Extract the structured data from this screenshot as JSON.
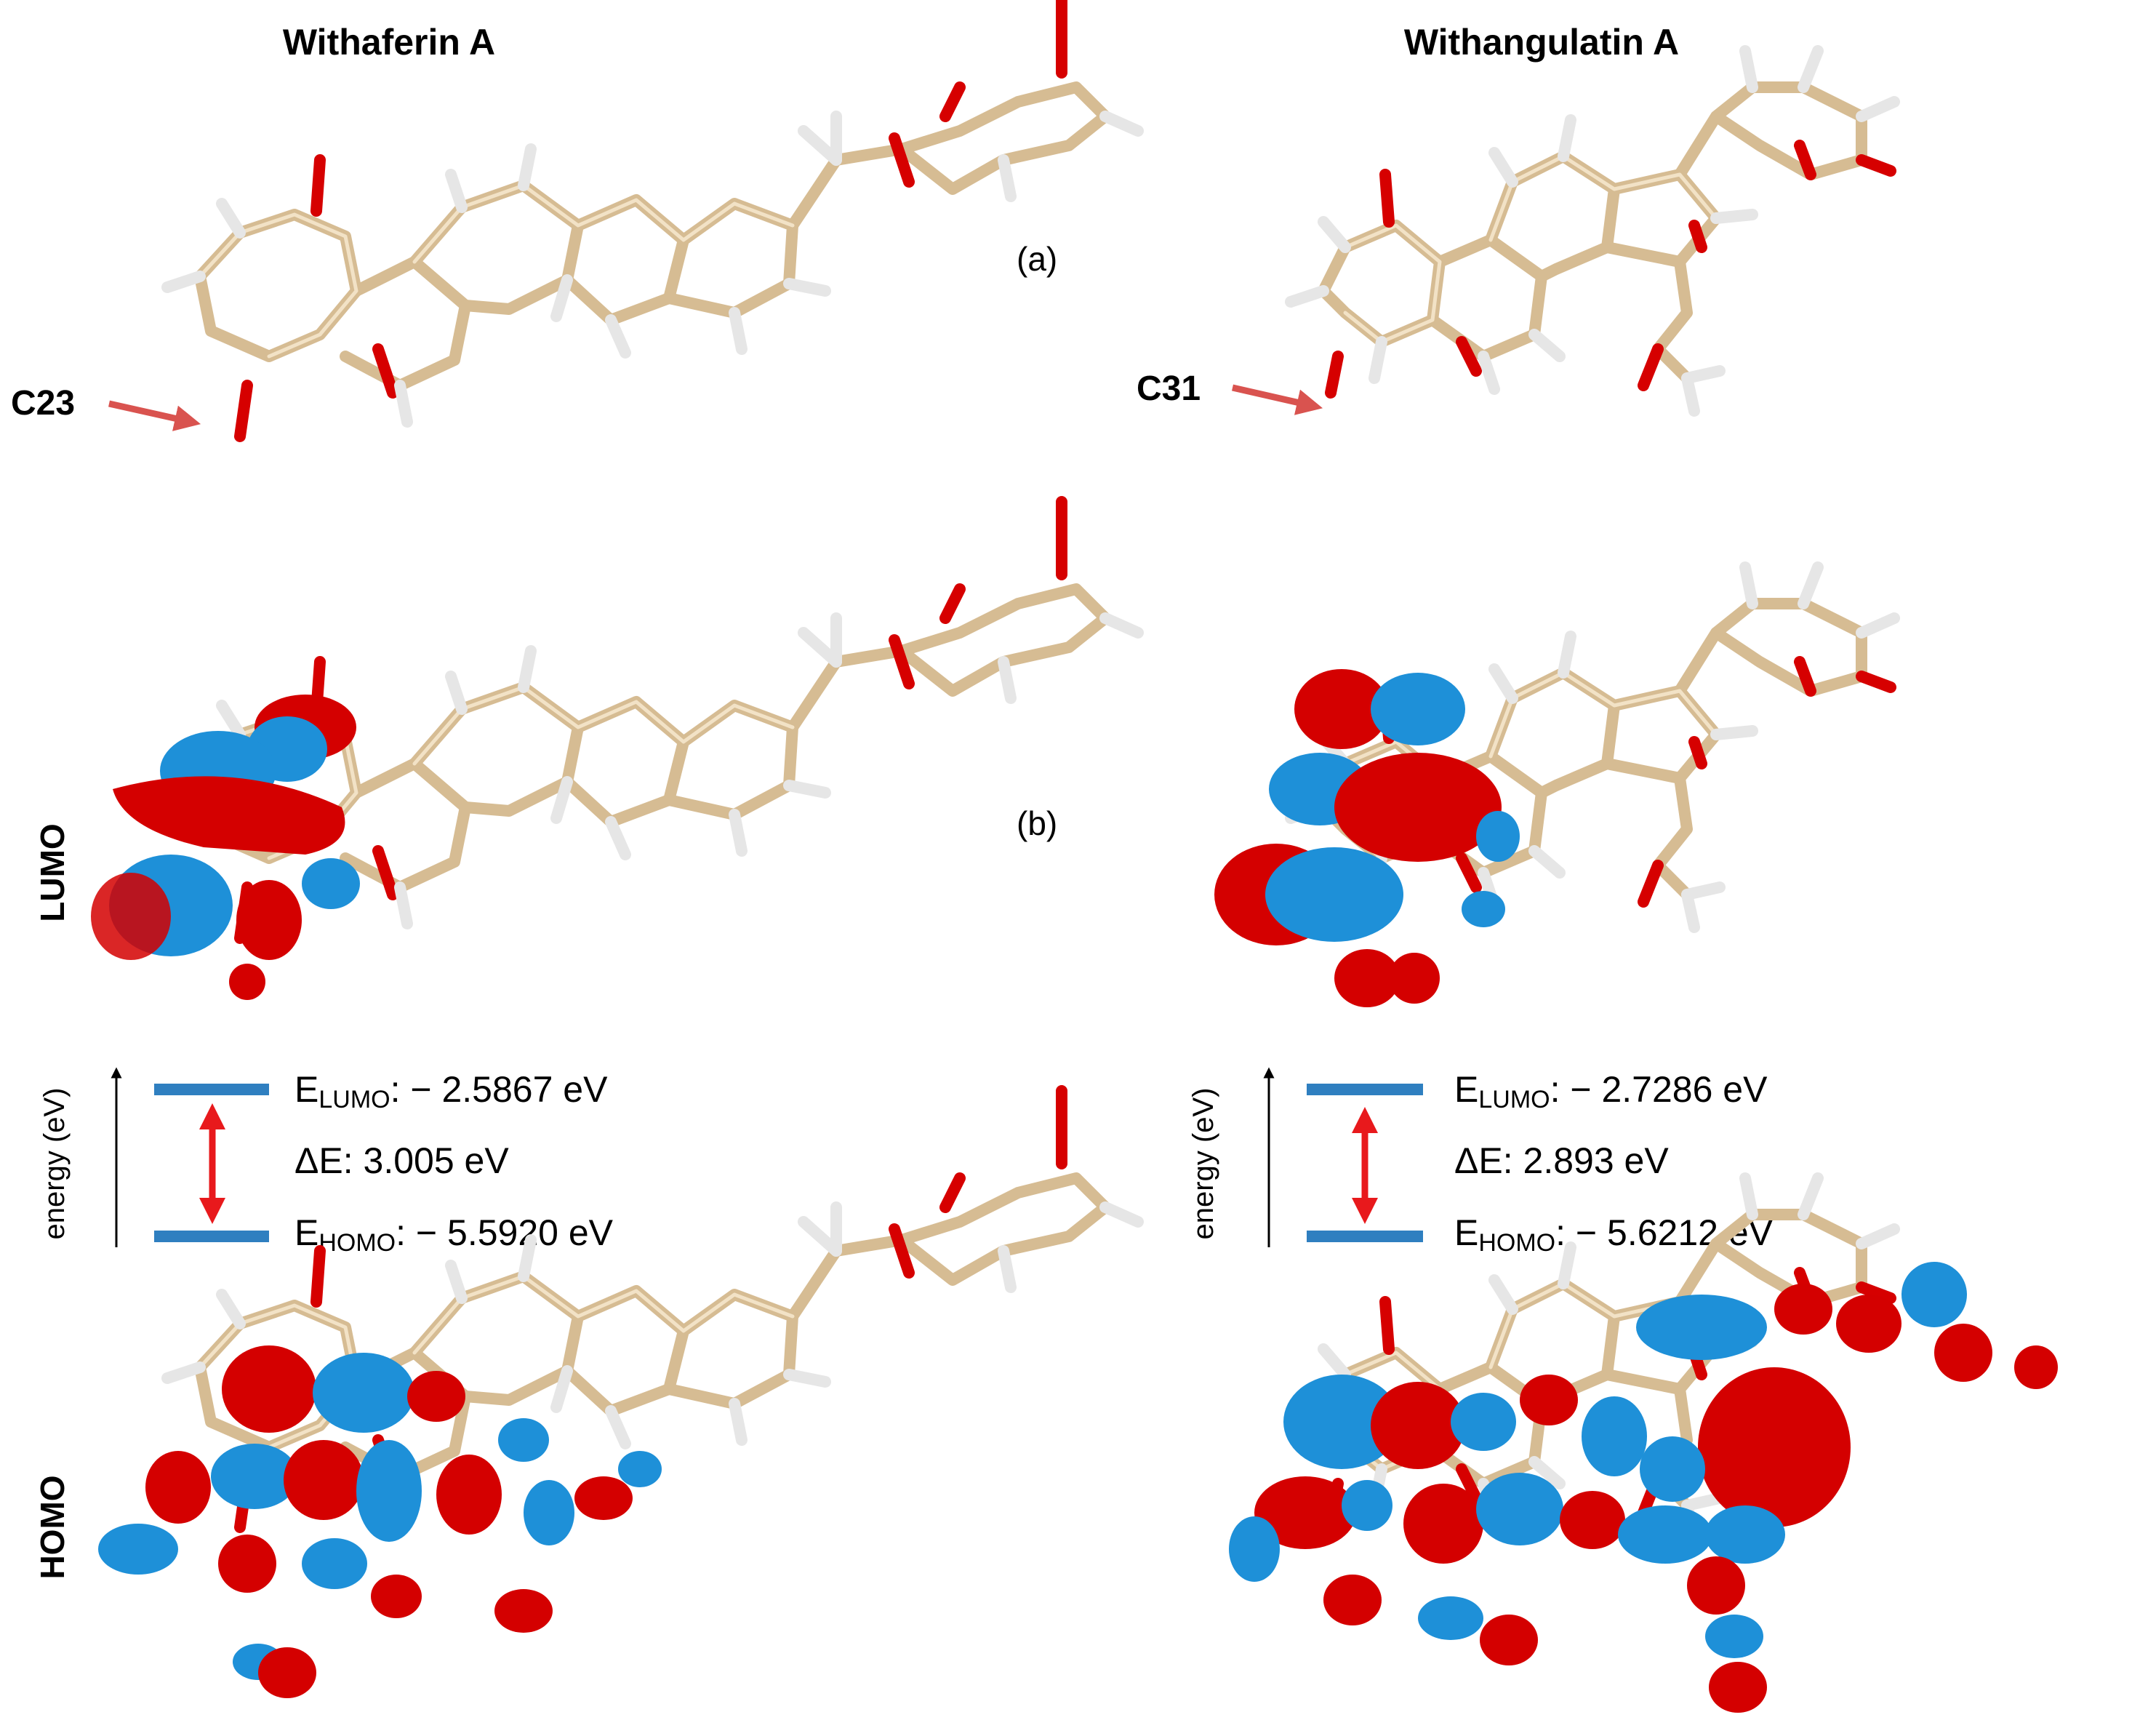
{
  "titles": {
    "left": "Withaferin A",
    "right": "Withangulatin A"
  },
  "panel_labels": {
    "a": "(a)",
    "b": "(b)"
  },
  "atom_labels": {
    "left": "C23",
    "right": "C31"
  },
  "orbital_labels": {
    "lumo": "LUMO",
    "homo": "HOMO"
  },
  "energy_axis_label": "energy (eV)",
  "energy_diagrams": [
    {
      "lumo_prefix": "E",
      "lumo_sub": "LUMO",
      "lumo_value": ": − 2.5867 eV",
      "gap_text": "ΔE: 3.005 eV",
      "homo_prefix": "E",
      "homo_sub": "HOMO",
      "homo_value": ": − 5.5920 eV"
    },
    {
      "lumo_prefix": "E",
      "lumo_sub": "LUMO",
      "lumo_value": ": − 2.7286 eV",
      "gap_text": "ΔE: 2.893 eV",
      "homo_prefix": "E",
      "homo_sub": "HOMO",
      "homo_value": ": − 5.6212 eV"
    }
  ],
  "colors": {
    "carbon": "#d6bc93",
    "oxygen": "#d60000",
    "hydrogen": "#e6e6e6",
    "orbital_positive": "#d40000",
    "orbital_negative": "#1e90d8",
    "energy_level": "#2f7fc0",
    "gap_arrow": "#e8191c",
    "pointer_arrow": "#d9534f"
  }
}
